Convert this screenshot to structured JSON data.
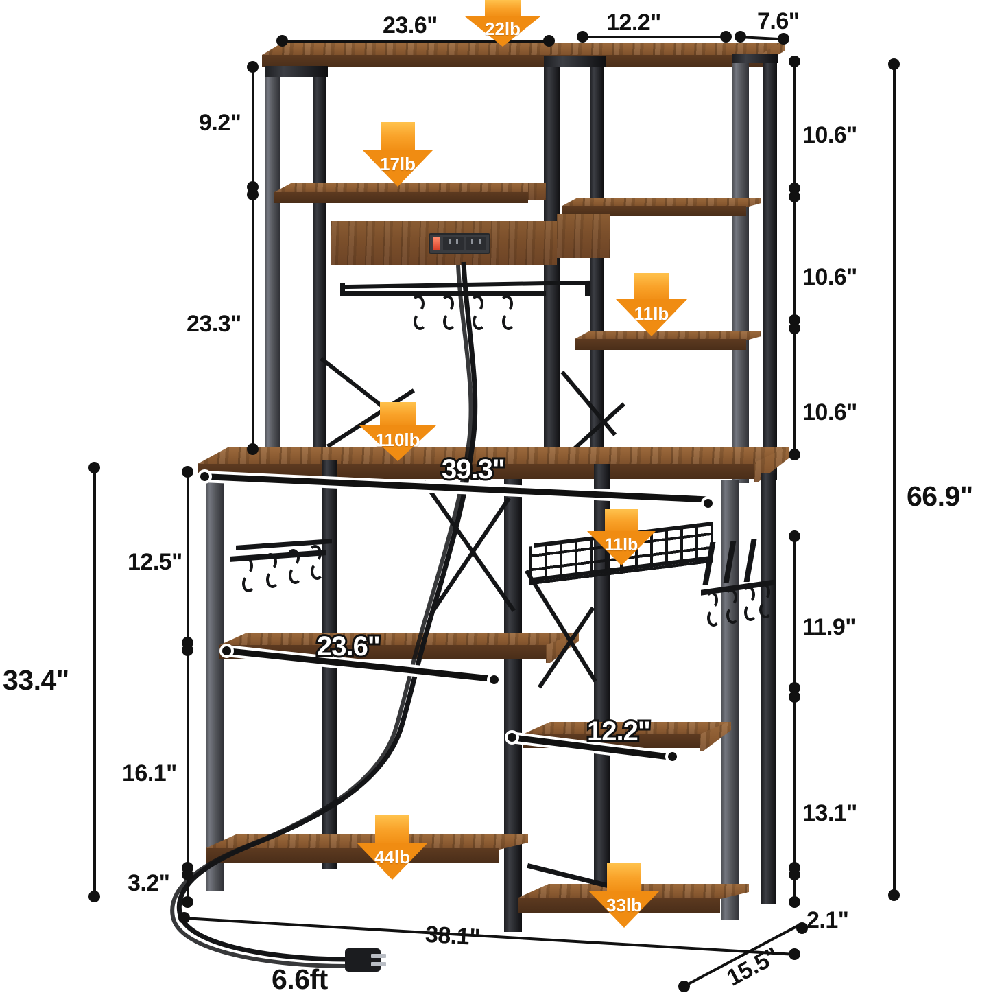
{
  "product": {
    "title": "Kitchen Bakers Rack Dimension Diagram",
    "unit_inches": "\"",
    "unit_feet": "ft"
  },
  "top_dimensions": [
    {
      "id": "top-left-span",
      "label": "23.6\""
    },
    {
      "id": "top-mid-span",
      "label": "12.2\""
    },
    {
      "id": "top-right-span",
      "label": "7.6\""
    }
  ],
  "left_dimensions": [
    {
      "id": "upper-shelf-gap",
      "label": "9.2\""
    },
    {
      "id": "hutch-lower-gap",
      "label": "23.3\""
    },
    {
      "id": "hook-zone-height",
      "label": "12.5\""
    },
    {
      "id": "mid-shelf-gap",
      "label": "16.1\""
    },
    {
      "id": "bottom-clearance",
      "label": "3.2\""
    },
    {
      "id": "counter-height",
      "label": "33.4\""
    }
  ],
  "right_dimensions": [
    {
      "id": "r1",
      "label": "10.6\""
    },
    {
      "id": "r2",
      "label": "10.6\""
    },
    {
      "id": "r3",
      "label": "10.6\""
    },
    {
      "id": "r4",
      "label": "11.9\""
    },
    {
      "id": "r5",
      "label": "13.1\""
    },
    {
      "id": "r6",
      "label": "2.1\""
    },
    {
      "id": "overall-height",
      "label": "66.9\""
    }
  ],
  "shelf_width_labels": [
    {
      "id": "main-worktop-width",
      "label": "39.3\""
    },
    {
      "id": "left-mid-shelf-width",
      "label": "23.6\""
    },
    {
      "id": "right-mid-shelf-width",
      "label": "12.2\""
    }
  ],
  "bottom_dimensions": [
    {
      "id": "overall-width",
      "label": "38.1\""
    },
    {
      "id": "overall-depth",
      "label": "15.5\""
    },
    {
      "id": "cord-length",
      "label": "6.6ft"
    }
  ],
  "load_arrows": [
    {
      "id": "top-shelf-load",
      "label": "22lb"
    },
    {
      "id": "hutch-shelf-load",
      "label": "17lb"
    },
    {
      "id": "right-hutch-load",
      "label": "11lb"
    },
    {
      "id": "main-worktop-load",
      "label": "110lb"
    },
    {
      "id": "wire-basket-load",
      "label": "11lb"
    },
    {
      "id": "left-bottom-load",
      "label": "44lb"
    },
    {
      "id": "right-bottom-load",
      "label": "33lb"
    }
  ],
  "colors": {
    "accent_orange": "#f08c12",
    "accent_orange_light": "#ffc24d",
    "wood": "#7b4f2b",
    "metal": "#141517",
    "line": "#111111"
  }
}
